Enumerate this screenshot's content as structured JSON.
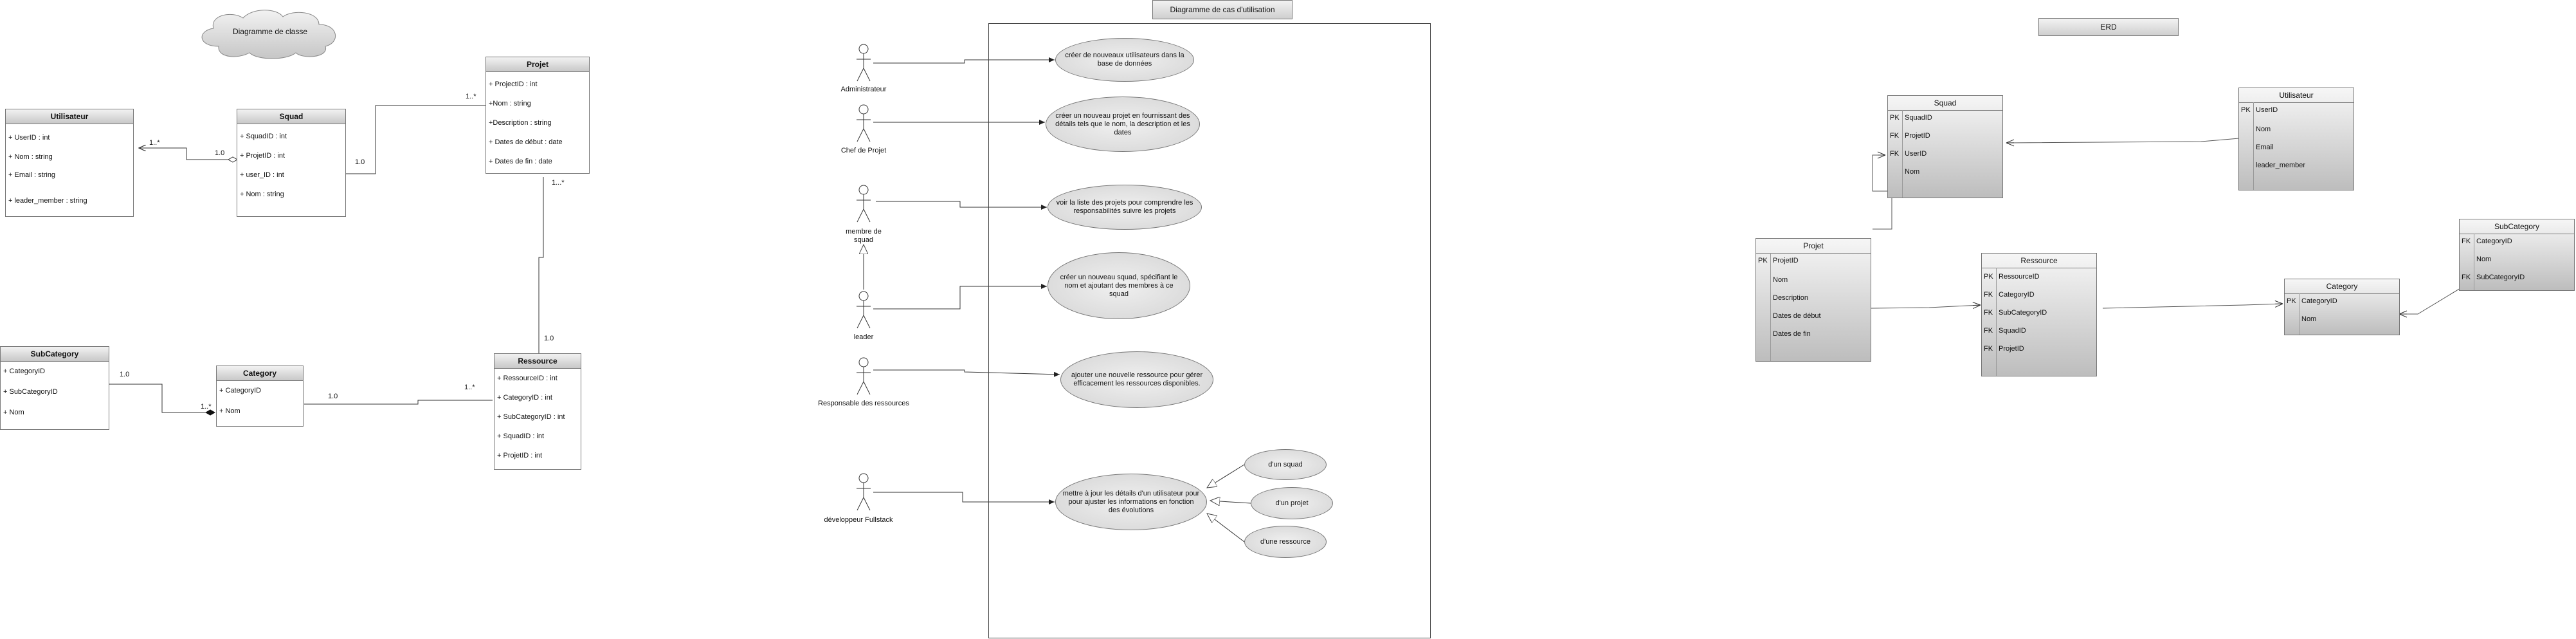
{
  "class_diagram": {
    "title": "Diagramme de classe",
    "utilisateur": {
      "name": "Utilisateur",
      "attrs": [
        "+ UserID : int",
        "+ Nom : string",
        "+ Email : string",
        "+ leader_member : string"
      ]
    },
    "squad": {
      "name": "Squad",
      "attrs": [
        "+ SquadID : int",
        "+ ProjetID : int",
        "+ user_ID : int",
        "+ Nom : string"
      ]
    },
    "projet": {
      "name": "Projet",
      "attrs": [
        "+ ProjectID : int",
        "+Nom : string",
        "+Description : string",
        "+ Dates de début : date",
        "+ Dates de fin : date"
      ]
    },
    "ressource": {
      "name": "Ressource",
      "attrs": [
        "+ RessourceID : int",
        "+ CategoryID : int",
        "+ SubCategoryID : int",
        "+ SquadID : int",
        "+ ProjetID : int"
      ]
    },
    "category": {
      "name": "Category",
      "attrs": [
        "+ CategoryID",
        "+ Nom"
      ]
    },
    "subcategory": {
      "name": "SubCategory",
      "attrs": [
        "+ CategoryID",
        "+ SubCategoryID",
        "+ Nom"
      ]
    },
    "multiplicities": {
      "util_squad_left": "1..*",
      "util_squad_right": "1.0",
      "squad_projet_left": "1.0",
      "squad_projet_right": "1..*",
      "projet_ressource_top": "1...*",
      "projet_ressource_bottom": "1.0",
      "cat_ressource_left": "1.0",
      "cat_ressource_right": "1..*",
      "sub_cat_left": "1.0",
      "sub_cat_right": "1..*"
    }
  },
  "use_case": {
    "title": "Diagramme de cas d'utilisation",
    "actors": [
      "Administrateur",
      "Chef de Projet",
      "membre de squad",
      "leader",
      "Responsable des ressources",
      "développeur Fullstack"
    ],
    "cases": [
      "créer de nouveaux utilisateurs dans la base de données",
      "créer un nouveau projet en fournissant des détails tels que le nom, la description et les dates",
      "voir la liste des projets pour comprendre les responsabilités suivre les projets",
      "créer un nouveau squad, spécifiant le nom et ajoutant des membres à ce squad",
      "ajouter une nouvelle ressource pour gérer efficacement les ressources disponibles.",
      "mettre à jour les détails d'un utilisateur pour pour ajuster les informations en fonction des évolutions"
    ],
    "extensions": [
      "d'un squad",
      "d'un projet",
      "d'une ressource"
    ]
  },
  "erd": {
    "title": "ERD",
    "squad": {
      "name": "Squad",
      "keys": [
        "PK",
        "FK",
        "FK",
        ""
      ],
      "fields": [
        "SquadID",
        "ProjetID",
        "UserID",
        "Nom"
      ]
    },
    "utilisateur": {
      "name": "Utilisateur",
      "keys": [
        "PK",
        "",
        "",
        ""
      ],
      "fields": [
        "UserID",
        "Nom",
        "Email",
        "leader_member"
      ]
    },
    "subcategory": {
      "name": "SubCategory",
      "keys": [
        "FK",
        "",
        "FK"
      ],
      "fields": [
        "CategoryID",
        "Nom",
        "SubCategoryID"
      ]
    },
    "projet": {
      "name": "Projet",
      "keys": [
        "PK",
        "",
        "",
        "",
        ""
      ],
      "fields": [
        "ProjetID",
        "Nom",
        "Description",
        "Dates de début",
        "Dates de fin"
      ]
    },
    "ressource": {
      "name": "Ressource",
      "keys": [
        "PK",
        "FK",
        "FK",
        "FK",
        "FK"
      ],
      "fields": [
        "RessourceID",
        "CategoryID",
        "SubCategoryID",
        "SquadID",
        "ProjetID"
      ]
    },
    "category": {
      "name": "Category",
      "keys": [
        "PK",
        ""
      ],
      "fields": [
        "CategoryID",
        "Nom"
      ]
    }
  }
}
